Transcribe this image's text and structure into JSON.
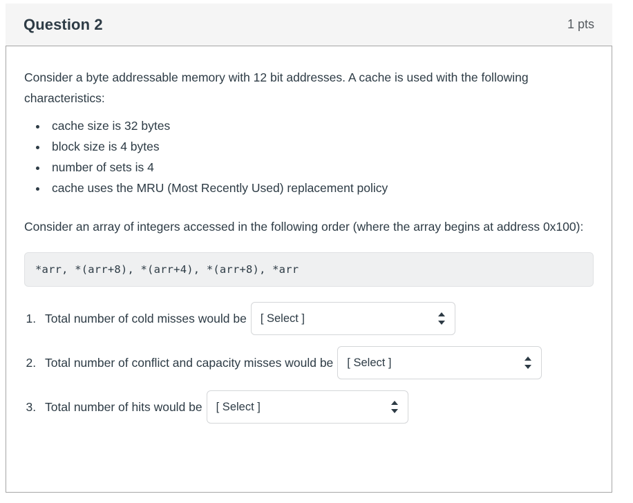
{
  "header": {
    "title": "Question 2",
    "points": "1 pts"
  },
  "body": {
    "intro_paragraph": "Consider a byte addressable memory with 12 bit addresses. A cache is used with the following characteristics:",
    "characteristics": [
      "cache size is 32 bytes",
      "block size is 4 bytes",
      "number of sets is 4",
      "cache uses the MRU (Most Recently Used) replacement policy"
    ],
    "array_paragraph": "Consider an array of integers accessed in the following order (where the array begins at address 0x100):",
    "code_snippet": "*arr, *(arr+8), *(arr+4), *(arr+8), *arr",
    "answers": [
      {
        "label": "Total number of cold misses would be",
        "select_value": "[ Select ]"
      },
      {
        "label": "Total number of conflict and capacity misses would be",
        "select_value": "[ Select ]"
      },
      {
        "label": "Total number of hits would be",
        "select_value": "[ Select ]"
      }
    ]
  },
  "colors": {
    "text": "#2d3b45",
    "header_bg": "#f5f5f5",
    "card_border": "#a5a5a5",
    "code_bg": "#eff0f1",
    "select_border": "#d4d6d8"
  }
}
